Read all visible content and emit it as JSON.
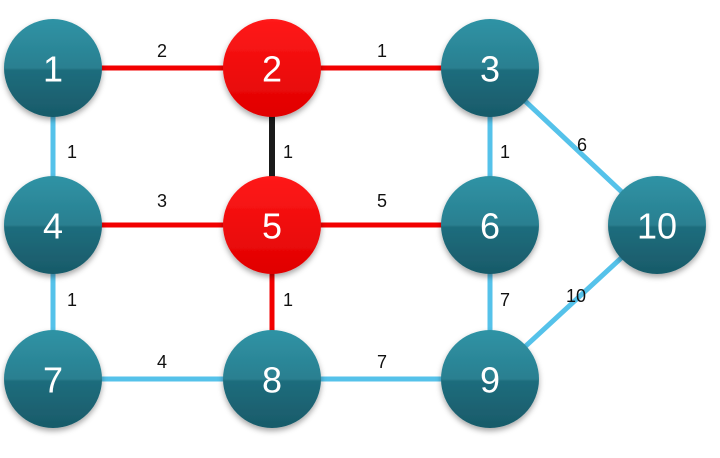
{
  "colors": {
    "teal": "#2a7f90",
    "red": "#f20000",
    "blue": "#55c2ea",
    "dark": "#1a1a1a"
  },
  "nodes": [
    {
      "id": "1",
      "label": "1",
      "color": "teal"
    },
    {
      "id": "2",
      "label": "2",
      "color": "red"
    },
    {
      "id": "3",
      "label": "3",
      "color": "teal"
    },
    {
      "id": "4",
      "label": "4",
      "color": "teal"
    },
    {
      "id": "5",
      "label": "5",
      "color": "red"
    },
    {
      "id": "6",
      "label": "6",
      "color": "teal"
    },
    {
      "id": "7",
      "label": "7",
      "color": "teal"
    },
    {
      "id": "8",
      "label": "8",
      "color": "teal"
    },
    {
      "id": "9",
      "label": "9",
      "color": "teal"
    },
    {
      "id": "10",
      "label": "10",
      "color": "teal"
    }
  ],
  "edges": [
    {
      "from": "1",
      "to": "2",
      "weight": "2",
      "color": "red"
    },
    {
      "from": "2",
      "to": "3",
      "weight": "1",
      "color": "red"
    },
    {
      "from": "1",
      "to": "4",
      "weight": "1",
      "color": "blue"
    },
    {
      "from": "2",
      "to": "5",
      "weight": "1",
      "color": "dark"
    },
    {
      "from": "3",
      "to": "6",
      "weight": "1",
      "color": "blue"
    },
    {
      "from": "3",
      "to": "10",
      "weight": "6",
      "color": "blue"
    },
    {
      "from": "4",
      "to": "5",
      "weight": "3",
      "color": "red"
    },
    {
      "from": "5",
      "to": "6",
      "weight": "5",
      "color": "red"
    },
    {
      "from": "4",
      "to": "7",
      "weight": "1",
      "color": "blue"
    },
    {
      "from": "5",
      "to": "8",
      "weight": "1",
      "color": "red"
    },
    {
      "from": "6",
      "to": "9",
      "weight": "7",
      "color": "blue"
    },
    {
      "from": "9",
      "to": "10",
      "weight": "10",
      "color": "blue"
    },
    {
      "from": "7",
      "to": "8",
      "weight": "4",
      "color": "blue"
    },
    {
      "from": "8",
      "to": "9",
      "weight": "7",
      "color": "blue"
    }
  ]
}
